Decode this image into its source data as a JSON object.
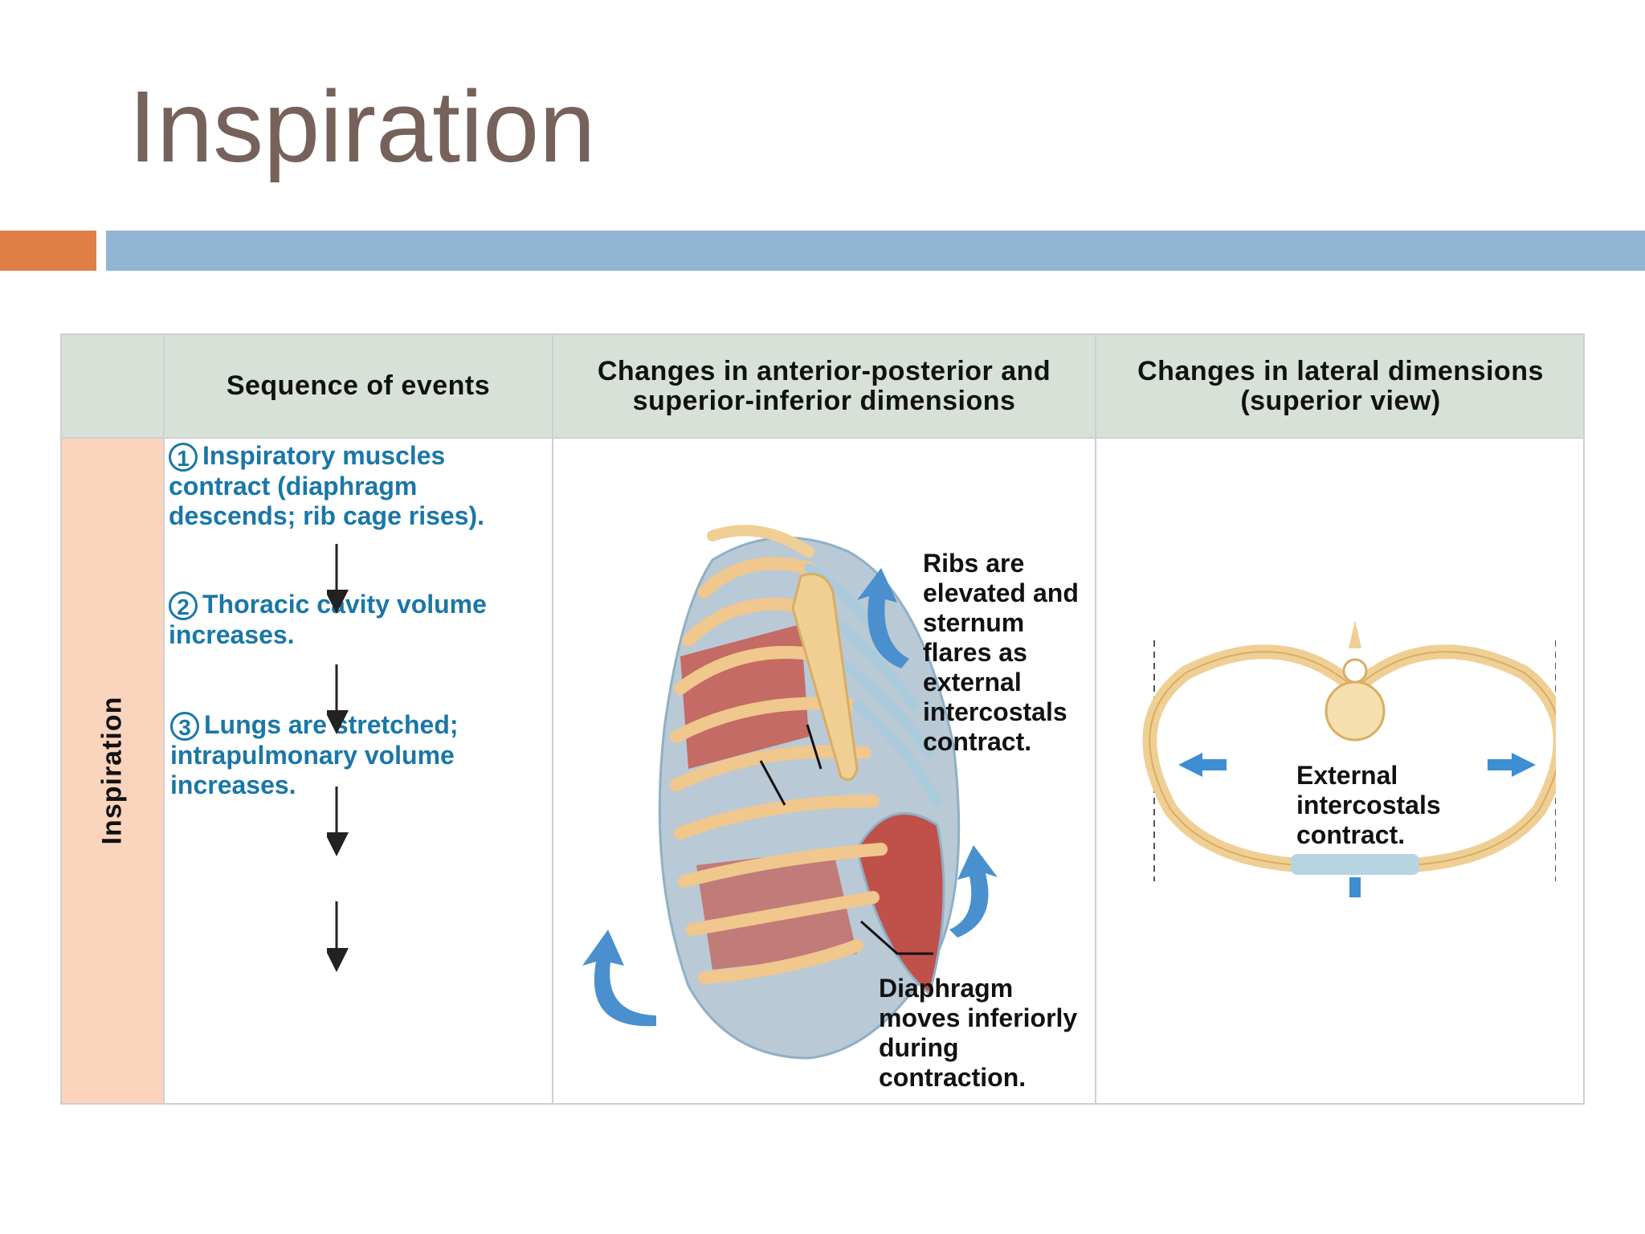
{
  "slide": {
    "title": "Inspiration"
  },
  "table": {
    "headers": {
      "sequence": "Sequence of events",
      "ap_si": "Changes in anterior-posterior and superior-inferior dimensions",
      "lateral": "Changes in lateral dimensions (superior view)"
    },
    "row_label": "Inspiration",
    "steps": [
      {
        "num": "1",
        "text": "Inspiratory muscles contract (diaphragm descends; rib cage rises)."
      },
      {
        "num": "2",
        "text": "Thoracic cavity volume increases."
      },
      {
        "num": "3",
        "text": "Lungs are stretched; intrapulmonary volume increases."
      }
    ],
    "labels": {
      "ribs": "Ribs are elevated and sternum flares as external intercostals contract.",
      "diaphragm": "Diaphragm moves inferiorly during contraction.",
      "external": "External intercostals contract."
    }
  },
  "colors": {
    "title": "#76625a",
    "accent_orange": "#e07f45",
    "accent_blue": "#93b5d4",
    "header_bg": "#d8e1d7",
    "side_bg": "#fad4bc",
    "step_text": "#1a77a8"
  }
}
